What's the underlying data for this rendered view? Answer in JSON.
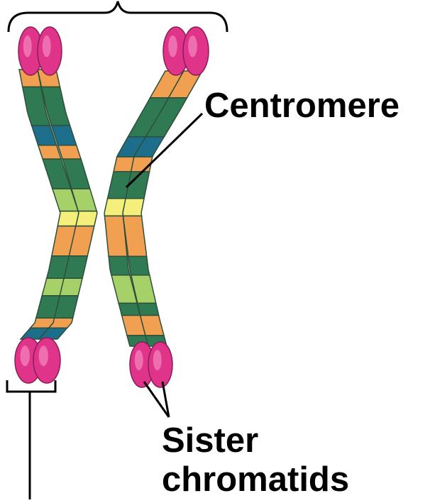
{
  "labels": {
    "centromere": "Centromere",
    "sister_line1": "Sister",
    "sister_line2": "chromatids"
  },
  "colors": {
    "telomere_pink": "#e0348a",
    "telomere_highlight": "#f489c0",
    "orange_band": "#f0a050",
    "dark_green_band": "#2f7a52",
    "teal_band": "#1d6e8a",
    "light_green_band": "#a6d068",
    "yellow_band": "#f4ef7a",
    "outline": "#2d4f3a",
    "line": "#000000"
  },
  "chromosome": {
    "left_arm_band_order": [
      "pink",
      "orange",
      "dark_green",
      "teal",
      "orange",
      "dark_green",
      "light_green",
      "yellow",
      "orange",
      "dark_green",
      "light_green",
      "dark_green",
      "orange",
      "teal",
      "pink"
    ],
    "right_arm_band_order": [
      "pink",
      "orange",
      "dark_green",
      "teal",
      "orange",
      "dark_green",
      "yellow",
      "orange",
      "dark_green",
      "light_green",
      "dark_green",
      "orange",
      "dark_green",
      "pink"
    ]
  }
}
